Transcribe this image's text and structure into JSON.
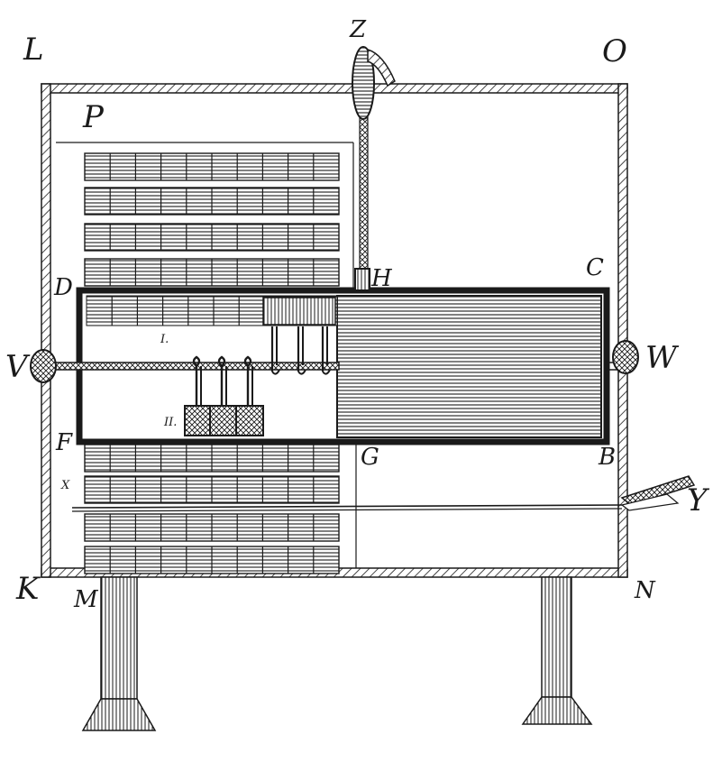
{
  "colors": {
    "ink": "#1a1a1a",
    "paper": "#ffffff"
  },
  "labels": {
    "L": "L",
    "O": "O",
    "Z": "Z",
    "P": "P",
    "D": "D",
    "H": "H",
    "C": "C",
    "V": "V",
    "W": "W",
    "I": "I.",
    "II": "II.",
    "G": "G",
    "B": "B",
    "F": "F",
    "X": "X",
    "Y": "Y",
    "K": "K",
    "M": "M",
    "N": "N"
  }
}
